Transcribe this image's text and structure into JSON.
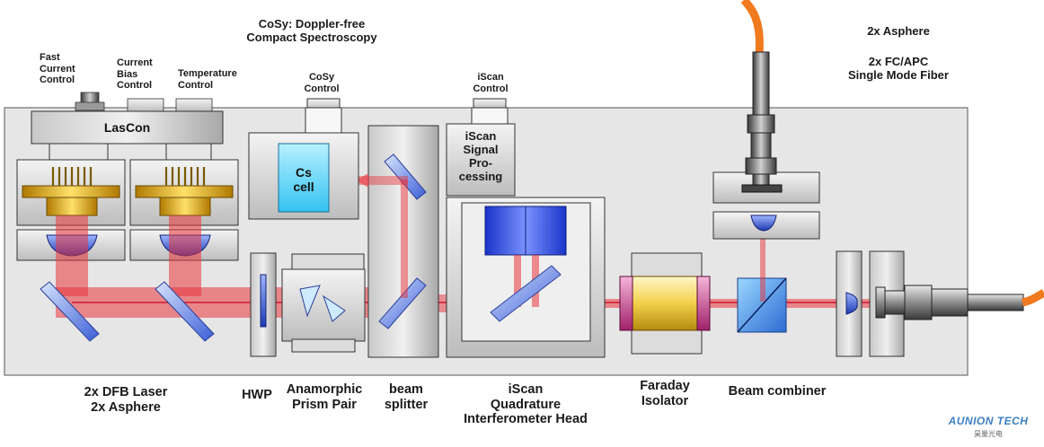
{
  "top": {
    "cosy_title": "CoSy: Doppler-free\nCompact Spectroscopy",
    "fast_current": "Fast\nCurrent\nControl",
    "current_bias": "Current\nBias\nControl",
    "temperature": "Temperature\nControl",
    "cosy_control": "CoSy\nControl",
    "iscan_control": "iScan\nControl",
    "asphere_top": "2x Asphere",
    "fiber_top": "2x FC/APC\nSingle Mode Fiber"
  },
  "inside": {
    "lascon": "LasCon",
    "cs_cell": "Cs\ncell",
    "iscan_signal": "iScan\nSignal\nPro-\ncessing"
  },
  "bottom": {
    "dfb": "2x DFB Laser\n2x Asphere",
    "hwp": "HWP",
    "prism": "Anamorphic\nPrism Pair",
    "splitter": "beam\nsplitter",
    "iscan_head": "iScan\nQuadrature\nInterferometer Head",
    "faraday": "Faraday\nIsolator",
    "combiner": "Beam combiner"
  },
  "brand": {
    "name": "AUNION TECH",
    "sub": "昊量光电"
  },
  "colors": {
    "beam": "#e8343c",
    "fiber": "#f07a1e",
    "housing": "#e6e6e6",
    "optic_blue": "#3a5fd0"
  }
}
